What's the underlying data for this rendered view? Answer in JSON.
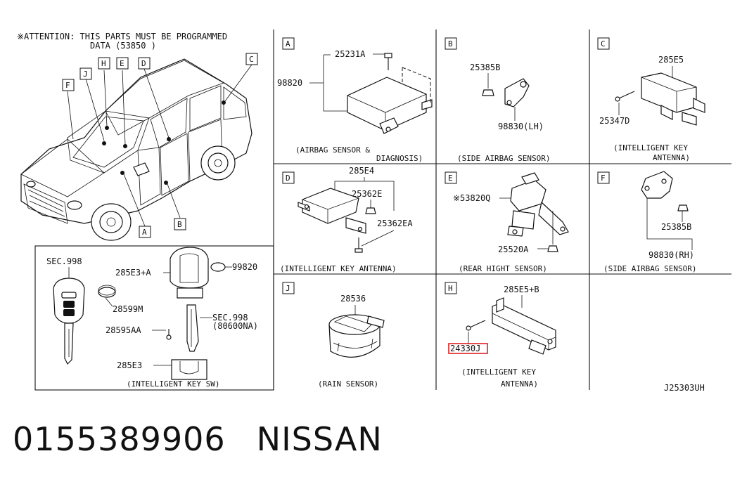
{
  "diagram": {
    "attention_line1": "※ATTENTION: THIS PARTS MUST BE PROGRAMMED",
    "attention_line2": "DATA (53850    )",
    "code": "J25303UH",
    "callouts": {
      "A": "A",
      "B": "B",
      "C": "C",
      "D": "D",
      "E": "E",
      "F": "F",
      "H": "H",
      "J": "J"
    },
    "panels": {
      "A": {
        "tag": "A",
        "caption1": "(AIRBAG SENSOR &",
        "caption2": "DIAGNOSIS)",
        "labels": [
          "25231A",
          "98820"
        ]
      },
      "B": {
        "tag": "B",
        "caption": "(SIDE AIRBAG SENSOR)",
        "labels": [
          "25385B",
          "98830(LH)"
        ]
      },
      "C": {
        "tag": "C",
        "caption1": "(INTELLIGENT KEY",
        "caption2": "ANTENNA)",
        "labels": [
          "285E5",
          "25347D"
        ]
      },
      "D": {
        "tag": "D",
        "caption": "(INTELLIGENT KEY ANTENNA)",
        "labels": [
          "285E4",
          "25362E",
          "25362EA"
        ]
      },
      "E": {
        "tag": "E",
        "caption": "(REAR HIGHT SENSOR)",
        "labels": [
          "※53820Q",
          "25520A"
        ]
      },
      "F": {
        "tag": "F",
        "caption": "(SIDE AIRBAG SENSOR)",
        "labels": [
          "25385B",
          "98830(RH)"
        ]
      },
      "J": {
        "tag": "J",
        "caption": "(RAIN SENSOR)",
        "labels": [
          "28536"
        ]
      },
      "H": {
        "tag": "H",
        "caption1": "(INTELLIGENT KEY",
        "caption2": "ANTENNA)",
        "labels": [
          "285E5+B",
          "24330J"
        ]
      },
      "KEY": {
        "caption": "(INTELLIGENT KEY SW)",
        "labels": [
          "SEC.998",
          "285E3+A",
          "99820",
          "28599M",
          "28595AA",
          "SEC.998",
          "(80600NA)",
          "285E3"
        ]
      }
    },
    "highlight_color": "#e02020"
  },
  "footer": {
    "part_number": "0155389906",
    "brand": "NISSAN"
  }
}
